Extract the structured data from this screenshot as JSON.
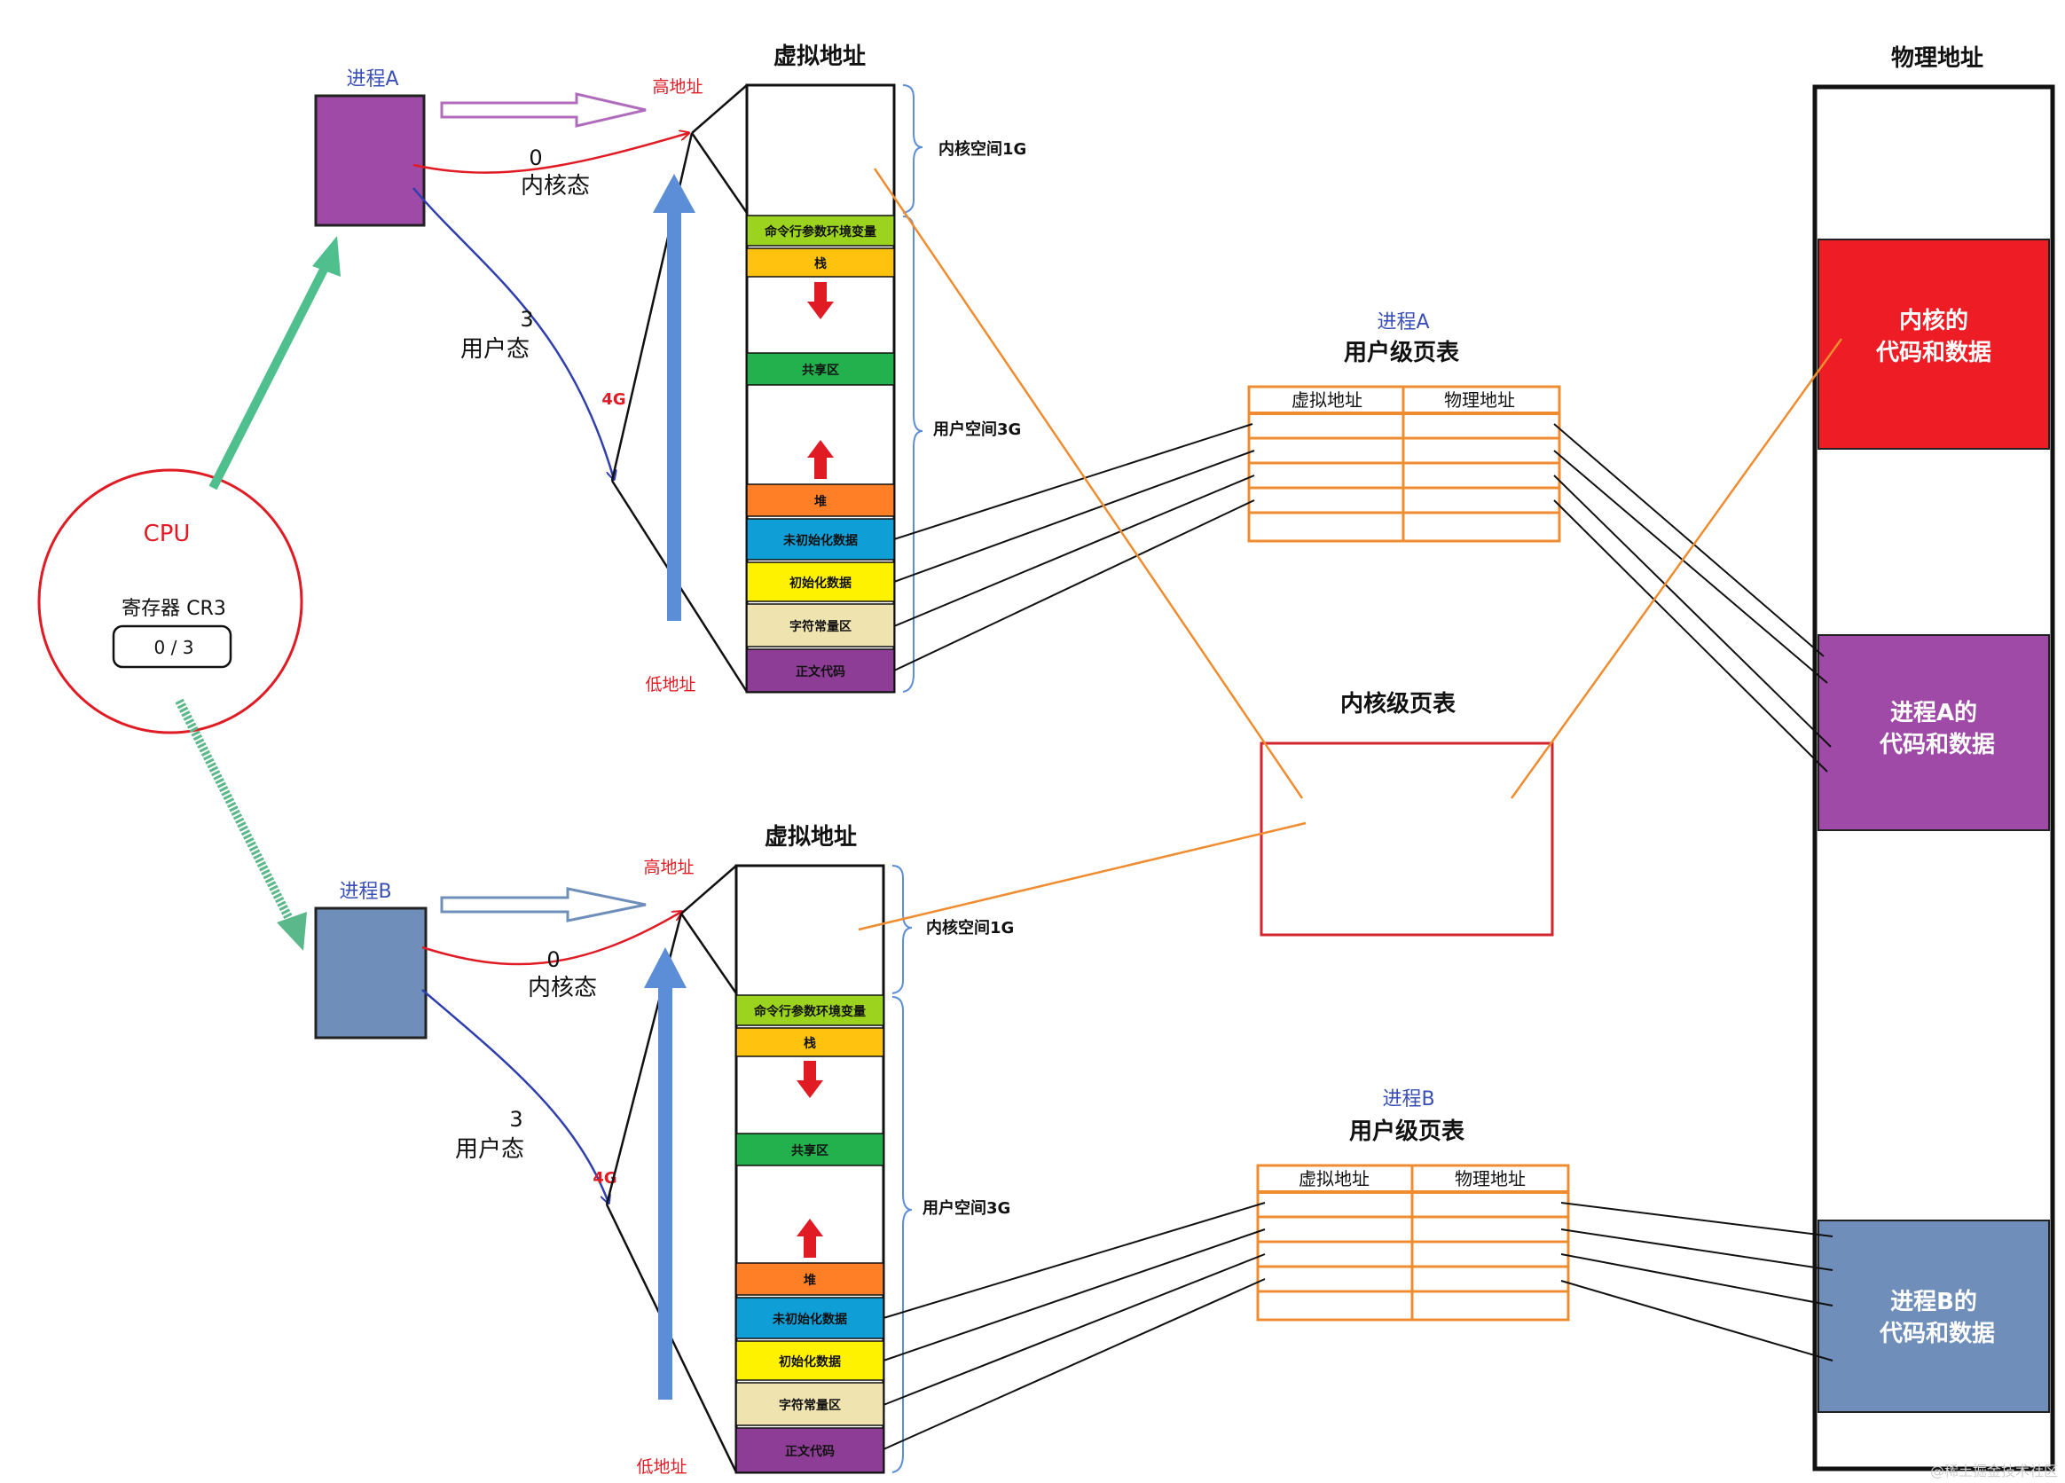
{
  "cpu": {
    "label": "CPU",
    "register_label": "寄存器 CR3",
    "register_value": "0 / 3"
  },
  "process_a": {
    "label": "进程A",
    "kernel_mode": {
      "ring": "0",
      "label": "内核态"
    },
    "user_mode": {
      "ring": "3",
      "label": "用户态"
    },
    "virtual_address": {
      "title": "虚拟地址",
      "high": "高地址",
      "low": "低地址",
      "size": "4G",
      "kernel_space": "内核空间1G",
      "user_space": "用户空间3G",
      "segments": [
        "命令行参数环境变量",
        "栈",
        "共享区",
        "堆",
        "未初始化数据",
        "初始化数据",
        "字符常量区",
        "正文代码"
      ]
    },
    "page_table": {
      "owner": "进程A",
      "title": "用户级页表",
      "col_virtual": "虚拟地址",
      "col_physical": "物理地址"
    }
  },
  "process_b": {
    "label": "进程B",
    "kernel_mode": {
      "ring": "0",
      "label": "内核态"
    },
    "user_mode": {
      "ring": "3",
      "label": "用户态"
    },
    "virtual_address": {
      "title": "虚拟地址",
      "high": "高地址",
      "low": "低地址",
      "size": "4G",
      "kernel_space": "内核空间1G",
      "user_space": "用户空间3G",
      "segments": [
        "命令行参数环境变量",
        "栈",
        "共享区",
        "堆",
        "未初始化数据",
        "初始化数据",
        "字符常量区",
        "正文代码"
      ]
    },
    "page_table": {
      "owner": "进程B",
      "title": "用户级页表",
      "col_virtual": "虚拟地址",
      "col_physical": "物理地址"
    }
  },
  "kernel_page_table": {
    "title": "内核级页表"
  },
  "physical_memory": {
    "title": "物理地址",
    "kernel_block": [
      "内核的",
      "代码和数据"
    ],
    "process_a_block": [
      "进程A的",
      "代码和数据"
    ],
    "process_b_block": [
      "进程B的",
      "代码和数据"
    ]
  },
  "watermark": "@稀土掘金技术社区",
  "colors": {
    "process_a": "#9e4aa6",
    "process_b": "#6f8fba",
    "kernel_block": "#ee1c24",
    "cpu_ring": "#e01b24",
    "table_line": "#f08c30",
    "kernel_map_line": "#f08c30",
    "arrow_teal": "#4fc08d",
    "arrow_green": "#5ab88a",
    "address_arrow": "#5b8ed6",
    "seg_cmdline": "#9bd31f",
    "seg_stack": "#ffc20e",
    "seg_shared": "#22b14c",
    "seg_heap": "#ff7f27",
    "seg_bss": "#0f9ed5",
    "seg_data": "#fff200",
    "seg_rodata": "#efe4b0",
    "seg_text": "#8e3d96"
  }
}
